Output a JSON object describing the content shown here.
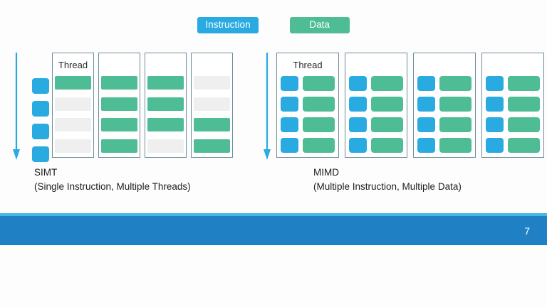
{
  "slide": {
    "page_number": "7",
    "colors": {
      "instruction": "#29abe2",
      "data": "#4ebd95",
      "idle": "#efefef",
      "column_border": "#6d8d99",
      "bar": "#2080c4",
      "bar_top": "#45b6e8"
    }
  },
  "legend": {
    "items": [
      {
        "label": "Instruction",
        "color": "#29abe2"
      },
      {
        "label": "Data",
        "color": "#4ebd95"
      }
    ]
  },
  "diagrams": [
    {
      "id": "simt",
      "title": "SIMT",
      "subtitle": "(Single Instruction, Multiple Threads)",
      "arrow": "down-arrow-icon",
      "shared_instructions": [
        "instruction",
        "instruction",
        "instruction",
        "instruction"
      ],
      "column_header": "Thread",
      "columns": [
        {
          "header": "Thread",
          "cells": [
            "data",
            "idle",
            "idle",
            "idle"
          ]
        },
        {
          "header": "",
          "cells": [
            "data",
            "data",
            "data",
            "data"
          ]
        },
        {
          "header": "",
          "cells": [
            "data",
            "data",
            "data",
            "idle"
          ]
        },
        {
          "header": "",
          "cells": [
            "idle",
            "idle",
            "data",
            "data"
          ]
        }
      ]
    },
    {
      "id": "mimd",
      "title": "MIMD",
      "subtitle": "(Multiple Instruction, Multiple Data)",
      "arrow": "down-arrow-icon",
      "column_header": "Thread",
      "columns": [
        {
          "header": "Thread",
          "rows": [
            "instruction+data",
            "instruction+data",
            "instruction+data",
            "instruction+data"
          ]
        },
        {
          "header": "",
          "rows": [
            "instruction+data",
            "instruction+data",
            "instruction+data",
            "instruction+data"
          ]
        },
        {
          "header": "",
          "rows": [
            "instruction+data",
            "instruction+data",
            "instruction+data",
            "instruction+data"
          ]
        },
        {
          "header": "",
          "rows": [
            "instruction+data",
            "instruction+data",
            "instruction+data",
            "instruction+data"
          ]
        }
      ]
    }
  ]
}
